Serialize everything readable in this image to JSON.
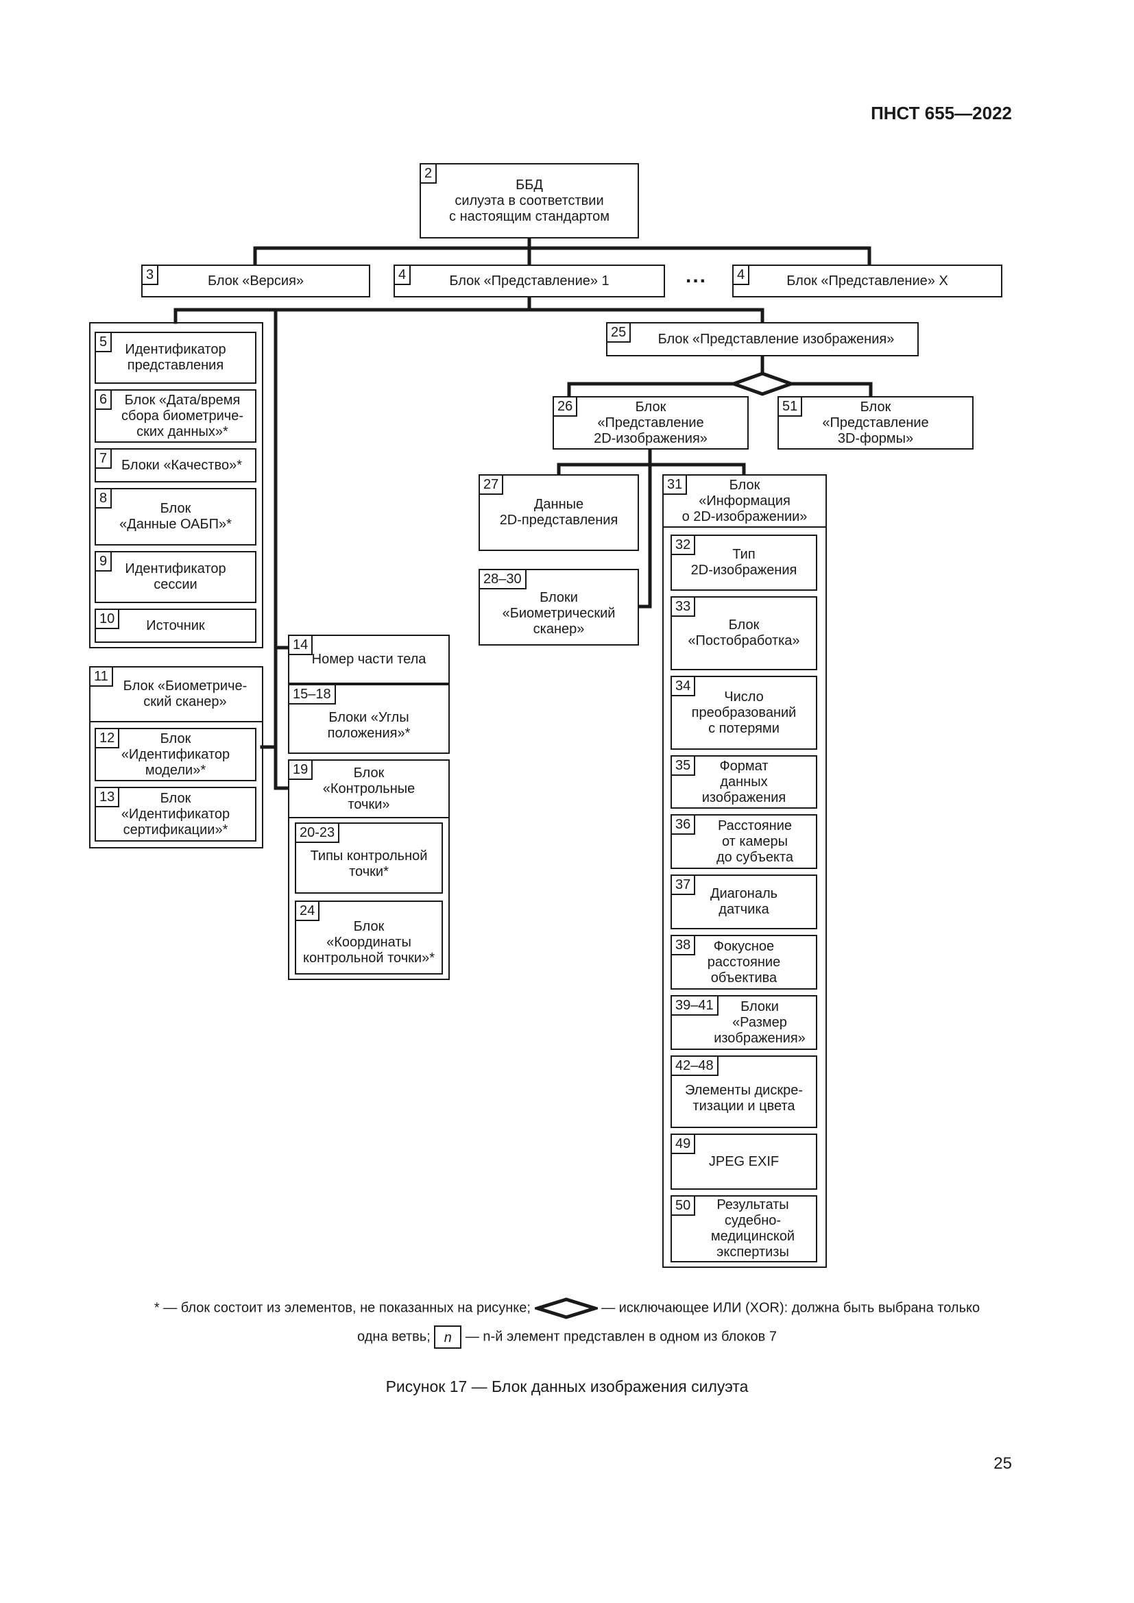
{
  "header": "ПНСТ 655—2022",
  "page_number": "25",
  "ellipsis": "...",
  "boxes": {
    "b2": {
      "num": "2",
      "label": "ББД\nсилуэта в соответствии\nс настоящим стандартом"
    },
    "b3": {
      "num": "3",
      "label": "Блок «Версия»"
    },
    "b4a": {
      "num": "4",
      "label": "Блок «Представление» 1"
    },
    "b4b": {
      "num": "4",
      "label": "Блок «Представление» X"
    },
    "b5": {
      "num": "5",
      "label": "Идентификатор\nпредставления"
    },
    "b6": {
      "num": "6",
      "label": "Блок «Дата/время\nсбора биометриче-\nских данных»*"
    },
    "b7": {
      "num": "7",
      "label": "Блоки «Качество»*"
    },
    "b8": {
      "num": "8",
      "label": "Блок\n«Данные ОАБП»*"
    },
    "b9": {
      "num": "9",
      "label": "Идентификатор\nсессии"
    },
    "b10": {
      "num": "10",
      "label": "Источник"
    },
    "b11": {
      "num": "11",
      "label": "Блок «Биометриче-\nский сканер»"
    },
    "b12": {
      "num": "12",
      "label": "Блок\n«Идентификатор\nмодели»*"
    },
    "b13": {
      "num": "13",
      "label": "Блок\n«Идентификатор\nсертификации»*"
    },
    "b14": {
      "num": "14",
      "label": "Номер части тела"
    },
    "b15": {
      "num": "15–18",
      "label": "Блоки «Углы\nположения»*"
    },
    "b19": {
      "num": "19",
      "label": "Блок\n«Контрольные\nточки»"
    },
    "b20": {
      "num": "20-23",
      "label": "Типы контрольной\nточки*"
    },
    "b24": {
      "num": "24",
      "label": "Блок\n«Координаты\nконтрольной точки»*"
    },
    "b25": {
      "num": "25",
      "label": "Блок «Представление изображения»"
    },
    "b26": {
      "num": "26",
      "label": "Блок\n«Представление\n2D-изображения»"
    },
    "b51": {
      "num": "51",
      "label": "Блок\n«Представление\n3D-формы»"
    },
    "b27": {
      "num": "27",
      "label": "Данные\n2D-представления"
    },
    "b28": {
      "num": "28–30",
      "label": "Блоки\n«Биометрический\nсканер»"
    },
    "b31": {
      "num": "31",
      "label": "Блок\n«Информация\nо 2D-изображении»"
    },
    "b32": {
      "num": "32",
      "label": "Тип\n2D-изображения"
    },
    "b33": {
      "num": "33",
      "label": "Блок\n«Постобработка»"
    },
    "b34": {
      "num": "34",
      "label": "Число\nпреобразований\nс потерями"
    },
    "b35": {
      "num": "35",
      "label": "Формат\nданных\nизображения"
    },
    "b36": {
      "num": "36",
      "label": "Расстояние\nот камеры\nдо субъекта"
    },
    "b37": {
      "num": "37",
      "label": "Диагональ\nдатчика"
    },
    "b38": {
      "num": "38",
      "label": "Фокусное\nрасстояние\nобъектива"
    },
    "b39": {
      "num": "39–41",
      "label": "Блоки\n«Размер\nизображения»"
    },
    "b42": {
      "num": "42–48",
      "label": "Элементы дискре-\nтизации и цвета"
    },
    "b49": {
      "num": "49",
      "label": "JPEG EXIF"
    },
    "b50": {
      "num": "50",
      "label": "Результаты\nсудебно-\nмедицинской\nэкспертизы"
    }
  },
  "legend": {
    "part1": "* — блок состоит из элементов, не показанных на рисунке;",
    "part2": "— исключающее ИЛИ (XOR): должна быть выбрана только",
    "part3": "одна ветвь;",
    "n_symbol": "n",
    "part4": "— n-й элемент представлен в одном из блоков 7"
  },
  "caption": "Рисунок 17 — Блок данных изображения силуэта"
}
